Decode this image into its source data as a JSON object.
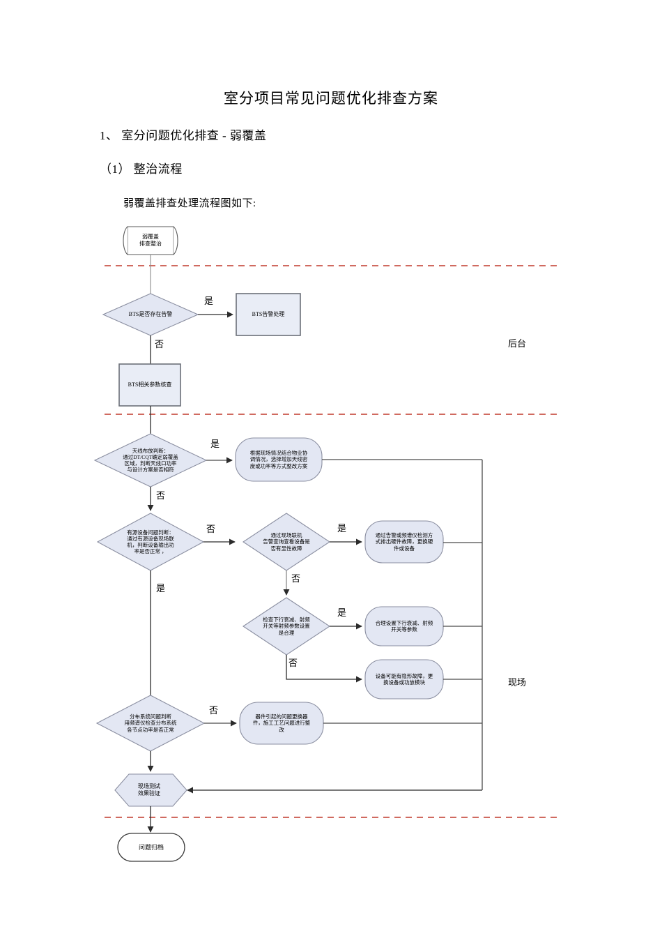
{
  "document": {
    "title": "室分项目常见问题优化排查方案",
    "heading_1": "1、 室分问题优化排查  - 弱覆盖",
    "heading_2": "（1）   整治流程",
    "body_text": "弱覆盖排查处理流程图如下:"
  },
  "colors": {
    "node_fill": "#e3e7f3",
    "node_stroke": "#6b6f78",
    "start_fill": "#ffffff",
    "start_stroke": "#595959",
    "line": "#404040",
    "divider": "#c0392b",
    "text": "#000000"
  },
  "flow": {
    "nodes": {
      "start": {
        "label": "弱覆盖\n排查整治",
        "shape": "tape"
      },
      "bts_alarm_decision": {
        "label": "BTS是否存在告警",
        "shape": "diamond"
      },
      "bts_alarm_process": {
        "label": "BTS告警处理",
        "shape": "rect"
      },
      "bts_param_check": {
        "label": "BTS相关参数核查",
        "shape": "rect"
      },
      "antenna_decision": {
        "label": "天线布放判断：\n通过DT/CQT确定弱覆盖\n区域，判断天线口功率\n与设计方案是否相符",
        "shape": "diamond"
      },
      "antenna_action": {
        "label": "根据现场情况结合物业协\n调情况，选择增加天线密\n度或功率等方式整改方案",
        "shape": "rounded"
      },
      "active_dev_decision": {
        "label": "有源设备问题判断：\n通过有源设备现场联\n机，判断设备输出功\n率是否正常 ，",
        "shape": "diamond"
      },
      "visible_fault_decision": {
        "label": "通过现场联机\n告警查询查看设备是\n否有显性故障",
        "shape": "diamond"
      },
      "hardware_action": {
        "label": "通过告警或频谱仪检测方\n式排出硬件故障，更换硬\n件或设备",
        "shape": "rounded"
      },
      "rf_param_decision": {
        "label": "检查下行衰减、射频\n开关等射频参数设置\n是合理",
        "shape": "diamond"
      },
      "rf_param_action": {
        "label": "合理设置下行衰减、射频\n开关等参数",
        "shape": "rounded"
      },
      "hidden_fault_action": {
        "label": "设备可能有隐形故障，更\n换设备或功放模块",
        "shape": "rounded"
      },
      "das_decision": {
        "label": "分布系统问题判断\n用频谱仪检查分布系统\n各节点功率是否正常",
        "shape": "diamond"
      },
      "das_action": {
        "label": "器件引起的问题更换器\n件，施工工艺问题进行整\n改",
        "shape": "rounded"
      },
      "verify": {
        "label": "现场测试\n效果验证",
        "shape": "hexagon"
      },
      "archive": {
        "label": "问题归档",
        "shape": "stadium"
      }
    },
    "edge_labels": {
      "bts_alarm_yes": "是",
      "bts_alarm_no": "否",
      "antenna_yes": "是",
      "antenna_no": "否",
      "active_dev_no": "否",
      "active_dev_yes": "是",
      "visible_fault_yes": "是",
      "visible_fault_no": "否",
      "rf_param_yes": "是",
      "rf_param_no": "否",
      "das_no": "否"
    },
    "zones": [
      {
        "name": "backend",
        "label": "后台"
      },
      {
        "name": "onsite",
        "label": "现场"
      }
    ]
  }
}
